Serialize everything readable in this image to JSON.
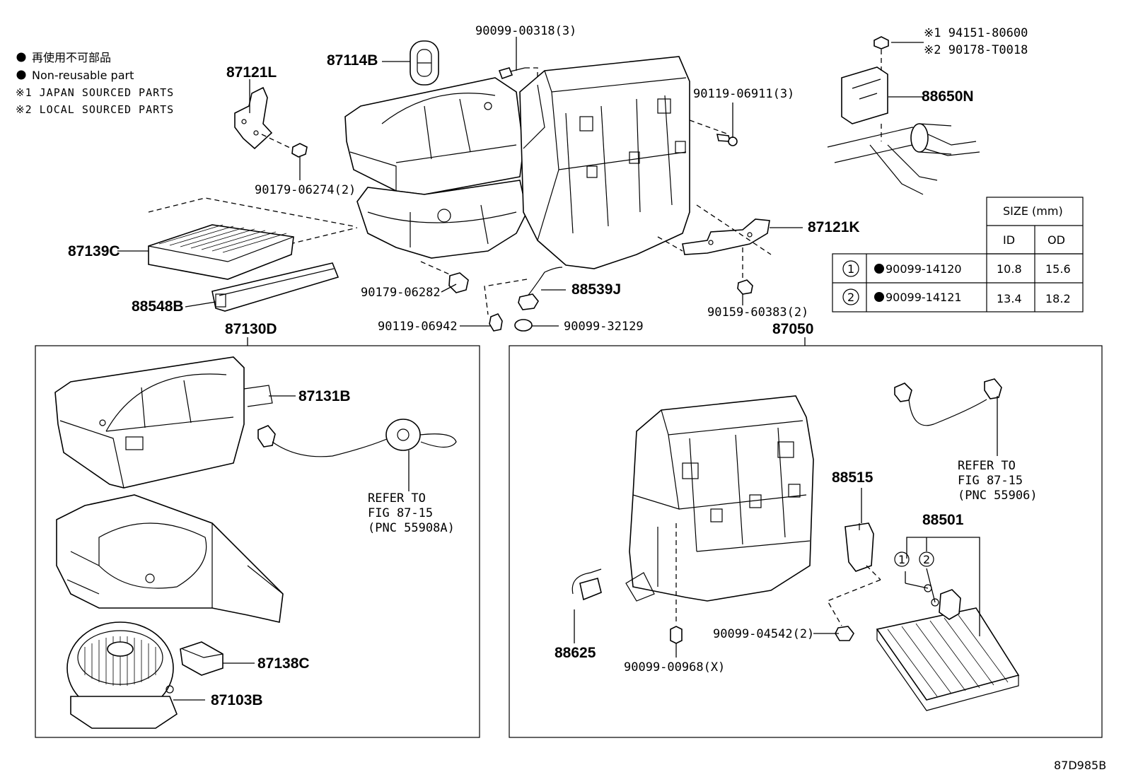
{
  "legend": {
    "jp_nonreusable": "再使用不可部品",
    "nonreusable": "Non-reusable part",
    "japan_sourced": "※1 JAPAN SOURCED PARTS",
    "local_sourced": "※2 LOCAL SOURCED PARTS"
  },
  "footer_code": "87D985B",
  "parts": {
    "p87121L": "87121L",
    "p87114B": "87114B",
    "p90099_00318": "90099-00318(3)",
    "p94151": "※1 94151-80600",
    "p90178": "※2 90178-T0018",
    "p88650N": "88650N",
    "p90119_06911": "90119-06911(3)",
    "p90179_06274": "90179-06274(2)",
    "p87121K": "87121K",
    "p87139C": "87139C",
    "p88548B": "88548B",
    "p90179_06282": "90179-06282",
    "p88539J": "88539J",
    "p90159_60383": "90159-60383(2)",
    "p90119_06942": "90119-06942",
    "p90099_32129": "90099-32129",
    "p87130D": "87130D",
    "p87050": "87050",
    "p87131B": "87131B",
    "p87138C": "87138C",
    "p87103B": "87103B",
    "p88515": "88515",
    "p88501": "88501",
    "p88625": "88625",
    "p90099_04542": "90099-04542(2)",
    "p90099_00968": "90099-00968(X)"
  },
  "refer_left": [
    "REFER TO",
    "FIG 87-15",
    "(PNC 55908A)"
  ],
  "refer_right": [
    "REFER TO",
    "FIG 87-15",
    "(PNC 55906)"
  ],
  "size_table": {
    "header": "SIZE (mm)",
    "col_id": "ID",
    "col_od": "OD",
    "rows": [
      {
        "idx": "1",
        "part": "90099-14120",
        "id": "10.8",
        "od": "15.6"
      },
      {
        "idx": "2",
        "part": "90099-14121",
        "id": "13.4",
        "od": "18.2"
      }
    ]
  },
  "callout_1": "1",
  "callout_2": "2"
}
